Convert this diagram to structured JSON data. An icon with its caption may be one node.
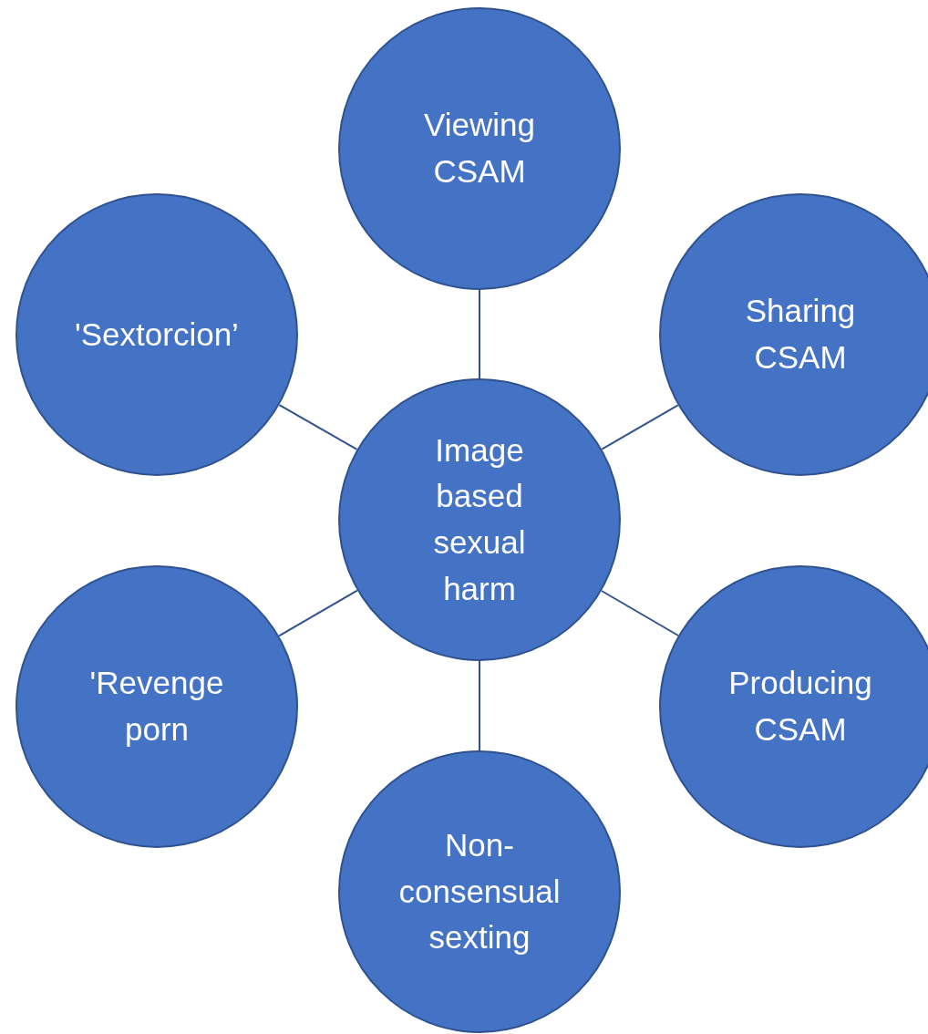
{
  "diagram": {
    "nodes": [
      {
        "text": [
          "Image based sexual harm"
        ]
      },
      {
        "text": [
          "Viewing CSAM"
        ]
      },
      {
        "text": [
          "Sharing CSAM"
        ]
      },
      {
        "text": [
          "Producing CSAM"
        ]
      },
      {
        "text": [
          "Non-consensual sexting"
        ]
      },
      {
        "text": [
          "'Revenge porn"
        ]
      },
      {
        "text": [
          "'Sextorcion’"
        ]
      }
    ],
    "edges": [
      {
        "from": 0,
        "to": 1,
        "arrow": "none"
      },
      {
        "from": 0,
        "to": 2,
        "arrow": "none"
      },
      {
        "from": 0,
        "to": 3,
        "arrow": "none"
      },
      {
        "from": 0,
        "to": 4,
        "arrow": "none"
      },
      {
        "from": 0,
        "to": 5,
        "arrow": "none"
      },
      {
        "from": 0,
        "to": 6,
        "arrow": "none"
      }
    ]
  }
}
